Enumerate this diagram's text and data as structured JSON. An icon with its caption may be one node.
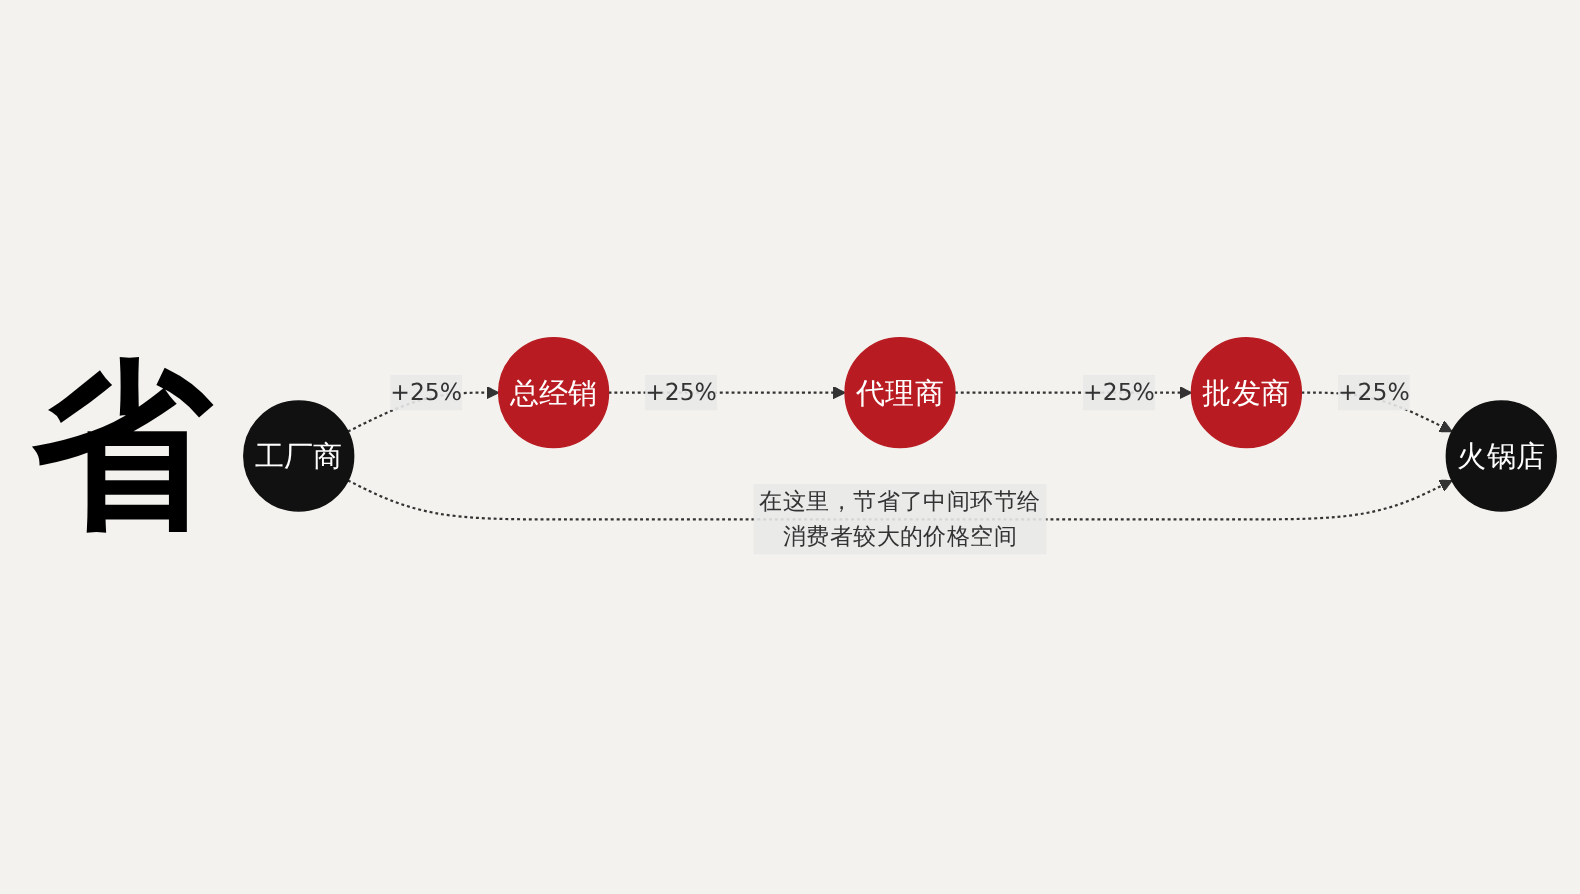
{
  "diagram": {
    "nodes": [
      {
        "text": [
          "工厂商"
        ]
      },
      {
        "text": [
          "总经销"
        ]
      },
      {
        "text": [
          "代理商"
        ]
      },
      {
        "text": [
          "批发商"
        ]
      },
      {
        "text": [
          "火锅店"
        ]
      }
    ],
    "edges": [
      {
        "from": 0,
        "to": 1,
        "arrow": "to",
        "label": "+25%",
        "style": "dashed"
      },
      {
        "from": 1,
        "to": 2,
        "arrow": "to",
        "label": "+25%",
        "style": "dashed"
      },
      {
        "from": 2,
        "to": 3,
        "arrow": "to",
        "label": "+25%",
        "style": "dashed"
      },
      {
        "from": 3,
        "to": 4,
        "arrow": "to",
        "label": "+25%",
        "style": "dashed"
      },
      {
        "from": 0,
        "to": 4,
        "arrow": "to",
        "label": "在这里，节省了中间环节给消费者较大的价格空间",
        "style": "dashed"
      }
    ],
    "labels": [
      "省"
    ]
  }
}
